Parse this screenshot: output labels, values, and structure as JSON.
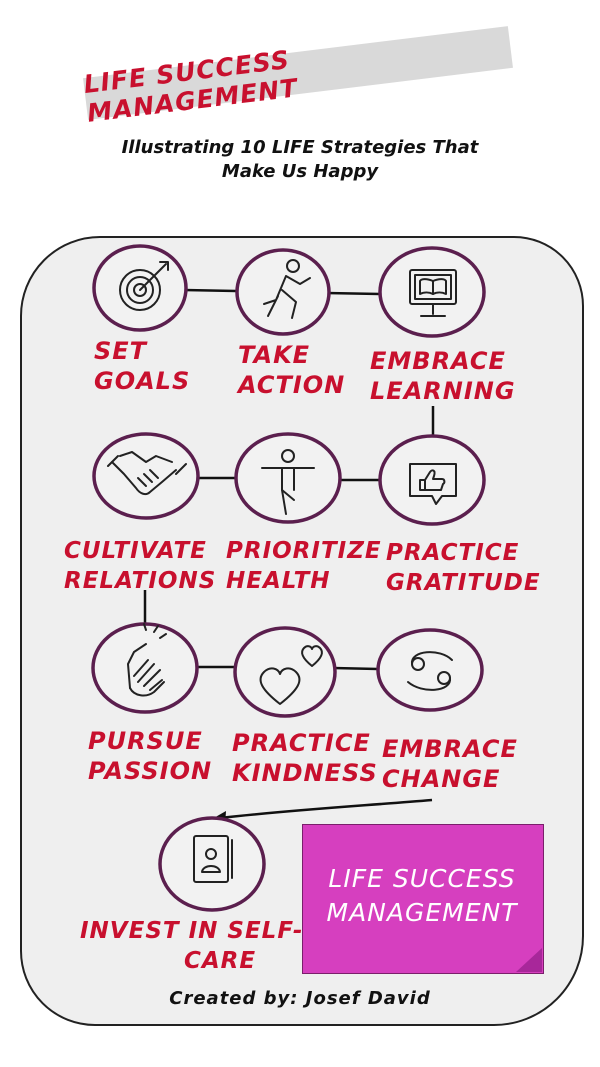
{
  "title": "LIFE SUCCESS MANAGEMENT",
  "subtitle": [
    "Illustrating 10 LIFE Strategies That",
    "Make Us Happy"
  ],
  "strategies": [
    {
      "lines": [
        "SET",
        "GOALS"
      ],
      "icon": "target-icon"
    },
    {
      "lines": [
        "TAKE",
        "ACTION"
      ],
      "icon": "running-person-icon"
    },
    {
      "lines": [
        "EMBRACE",
        "LEARNING"
      ],
      "icon": "monitor-book-icon"
    },
    {
      "lines": [
        "CULTIVATE",
        "RELATIONS"
      ],
      "icon": "handshake-icon"
    },
    {
      "lines": [
        "PRIORITIZE",
        "HEALTH"
      ],
      "icon": "yoga-pose-icon"
    },
    {
      "lines": [
        "PRACTICE",
        "GRATITUDE"
      ],
      "icon": "thumbs-up-bubble-icon"
    },
    {
      "lines": [
        "PURSUE",
        "PASSION"
      ],
      "icon": "clapping-hand-icon"
    },
    {
      "lines": [
        "PRACTICE",
        "KINDNESS"
      ],
      "icon": "hearts-icon"
    },
    {
      "lines": [
        "EMBRACE",
        "CHANGE"
      ],
      "icon": "cancer-sign-icon"
    },
    {
      "lines": [
        "INVEST IN SELF-",
        "CARE"
      ],
      "icon": "address-book-icon"
    }
  ],
  "note": [
    "LIFE SUCCESS",
    "MANAGEMENT"
  ],
  "credit": "Created by: Josef David",
  "colors": {
    "label": "#c8102e",
    "ring": "#5b1f4e",
    "note": "#d63fbf",
    "board": "#efefef"
  }
}
